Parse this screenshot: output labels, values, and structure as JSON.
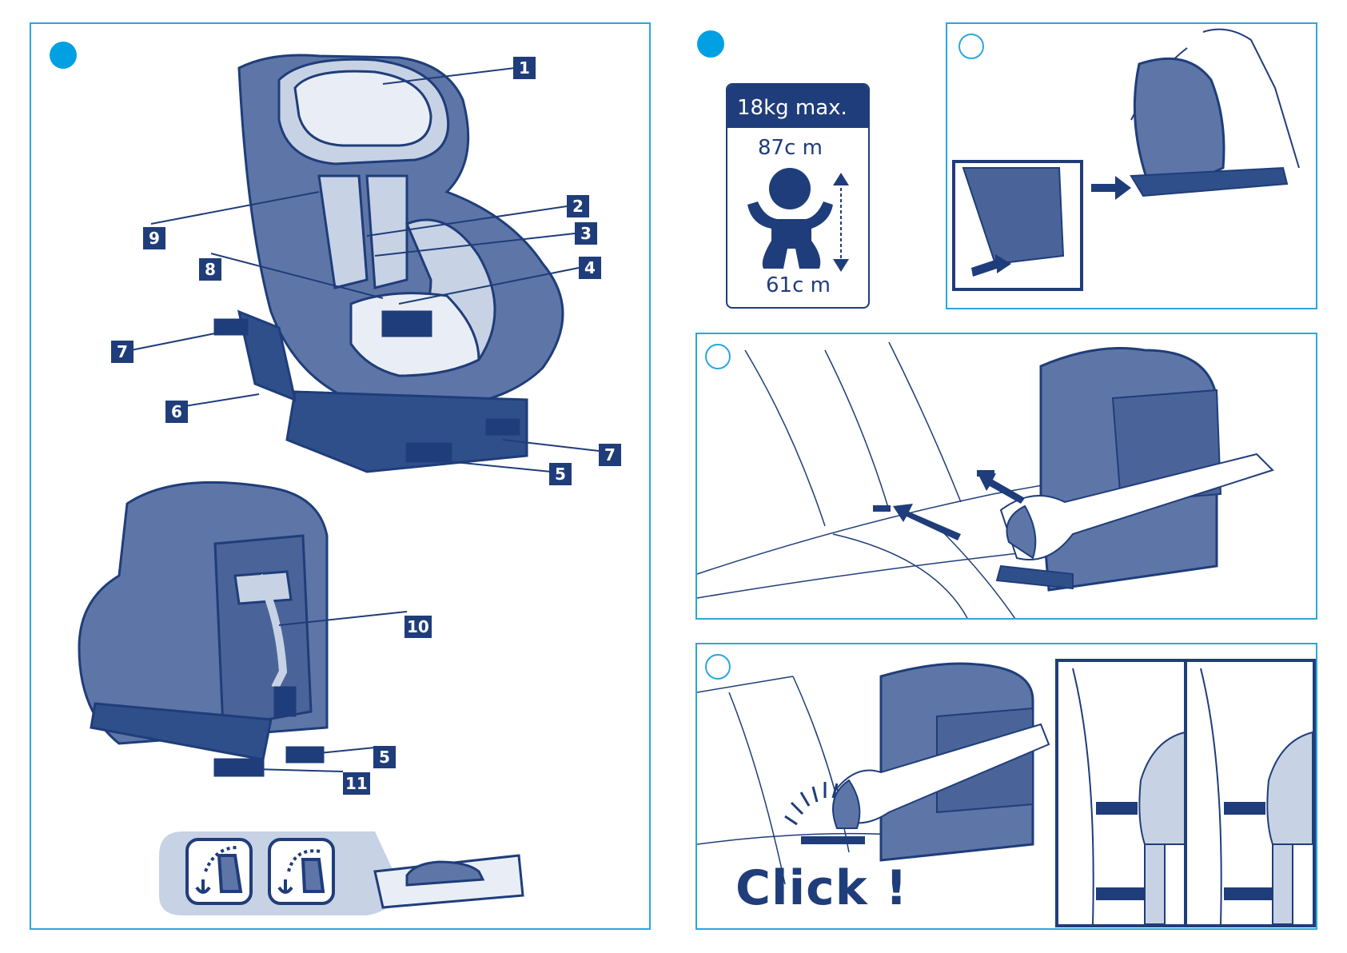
{
  "colors": {
    "accent": "#00a0e3",
    "frame": "#2aa7e0",
    "navy": "#1f3d7a",
    "seat_mid": "#5e76a7",
    "seat_light": "#c7d2e5"
  },
  "left_panel": {
    "labels": [
      "1",
      "2",
      "3",
      "4",
      "5",
      "6",
      "7",
      "7",
      "8",
      "9"
    ],
    "rear_labels": [
      "10",
      "5",
      "11"
    ]
  },
  "badge": {
    "max_weight": "18kg max.",
    "height_top": "87c m",
    "height_bottom": "61c m"
  },
  "click_text": "Click !",
  "icons": [
    "isofix-anchor-forward-icon",
    "isofix-anchor-top-icon",
    "vehicle-manual-icon"
  ]
}
